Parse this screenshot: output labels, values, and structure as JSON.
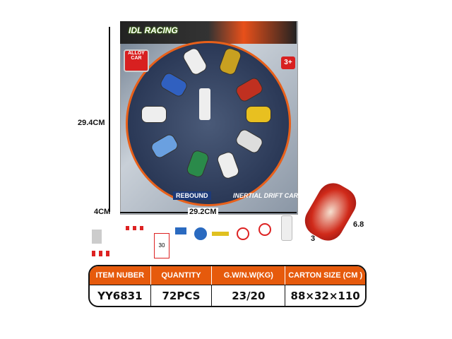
{
  "package": {
    "brand": "IDL RACING",
    "badge": "ALLOY CAR",
    "age": "3+",
    "rebound": "REBOUND",
    "subtitle": "INERTIAL DRIFT CAR",
    "speed_sign": "30"
  },
  "dimensions": {
    "height": "29.4CM",
    "width": "29.2CM",
    "depth": "4CM",
    "car_length": "6.8",
    "car_width": "3"
  },
  "table": {
    "headers": [
      "ITEM NUBER",
      "QUANTITY",
      "G.W/N.W(KG)",
      "CARTON  SIZE (CM )"
    ],
    "values": [
      "YY6831",
      "72PCS",
      "23/20",
      "88×32×110"
    ]
  },
  "colors": {
    "accent": "#e65a0c"
  }
}
